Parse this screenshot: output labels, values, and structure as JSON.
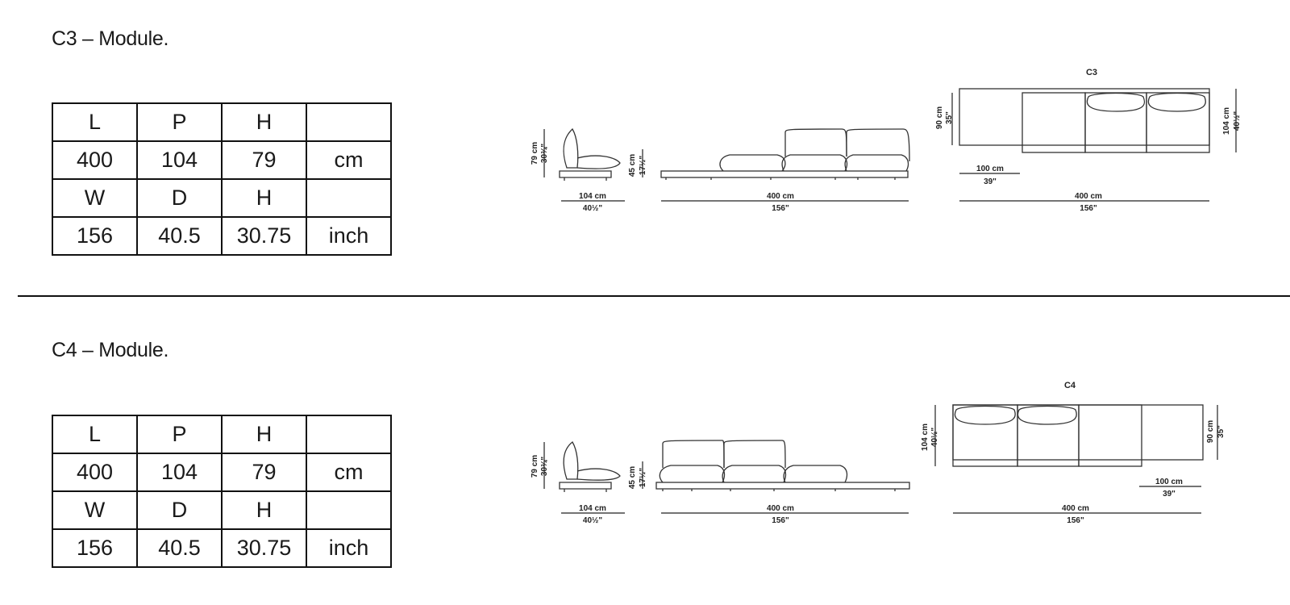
{
  "sections": [
    {
      "title": "C3 – Module.",
      "table": [
        [
          "L",
          "P",
          "H",
          ""
        ],
        [
          "400",
          "104",
          "79",
          "cm"
        ],
        [
          "W",
          "D",
          "H",
          ""
        ],
        [
          "156",
          "40.5",
          "30.75",
          "inch"
        ]
      ],
      "drawing": {
        "label": "C3",
        "side_height_cm": "79 cm",
        "side_height_in": "30¾\"",
        "side_depth_cm": "104 cm",
        "side_depth_in": "40½\"",
        "seat_height_cm": "45 cm",
        "seat_height_in": "17½\"",
        "front_length_cm": "400 cm",
        "front_length_in": "156\"",
        "plan_depth_cm": "90 cm",
        "plan_depth_in": "35\"",
        "plan_total_depth_cm": "104 cm",
        "plan_total_depth_in": "40½\"",
        "plan_offset_cm": "100 cm",
        "plan_offset_in": "39\"",
        "plan_length_cm": "400 cm",
        "plan_length_in": "156\""
      }
    },
    {
      "title": "C4 – Module.",
      "table": [
        [
          "L",
          "P",
          "H",
          ""
        ],
        [
          "400",
          "104",
          "79",
          "cm"
        ],
        [
          "W",
          "D",
          "H",
          ""
        ],
        [
          "156",
          "40.5",
          "30.75",
          "inch"
        ]
      ],
      "drawing": {
        "label": "C4",
        "side_height_cm": "79 cm",
        "side_height_in": "30¾\"",
        "side_depth_cm": "104 cm",
        "side_depth_in": "40½\"",
        "seat_height_cm": "45 cm",
        "seat_height_in": "17½\"",
        "front_length_cm": "400 cm",
        "front_length_in": "156\"",
        "plan_depth_cm": "90 cm",
        "plan_depth_in": "35\"",
        "plan_total_depth_cm": "104 cm",
        "plan_total_depth_in": "40½\"",
        "plan_offset_cm": "100 cm",
        "plan_offset_in": "39\"",
        "plan_length_cm": "400 cm",
        "plan_length_in": "156\""
      }
    }
  ]
}
